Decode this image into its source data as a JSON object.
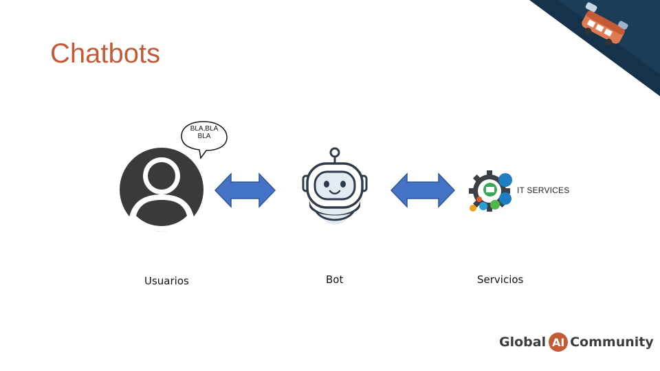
{
  "slide": {
    "title": "Chatbots"
  },
  "diagram": {
    "speech_bubble": {
      "line1": "BLA,BLA",
      "line2": "BLA"
    },
    "nodes": [
      {
        "label": "Usuarios",
        "icon": "user-avatar-icon"
      },
      {
        "label": "Bot",
        "icon": "robot-icon"
      },
      {
        "label": "Servicios",
        "icon": "it-services-icon"
      }
    ],
    "it_services_text": "IT SERVICES",
    "arrow_color": "#4472c4"
  },
  "footer": {
    "logo_left": "Global",
    "logo_badge": "AI",
    "logo_right": "Community"
  },
  "colors": {
    "accent": "#c55a36",
    "dark_navy": "#16324a"
  }
}
